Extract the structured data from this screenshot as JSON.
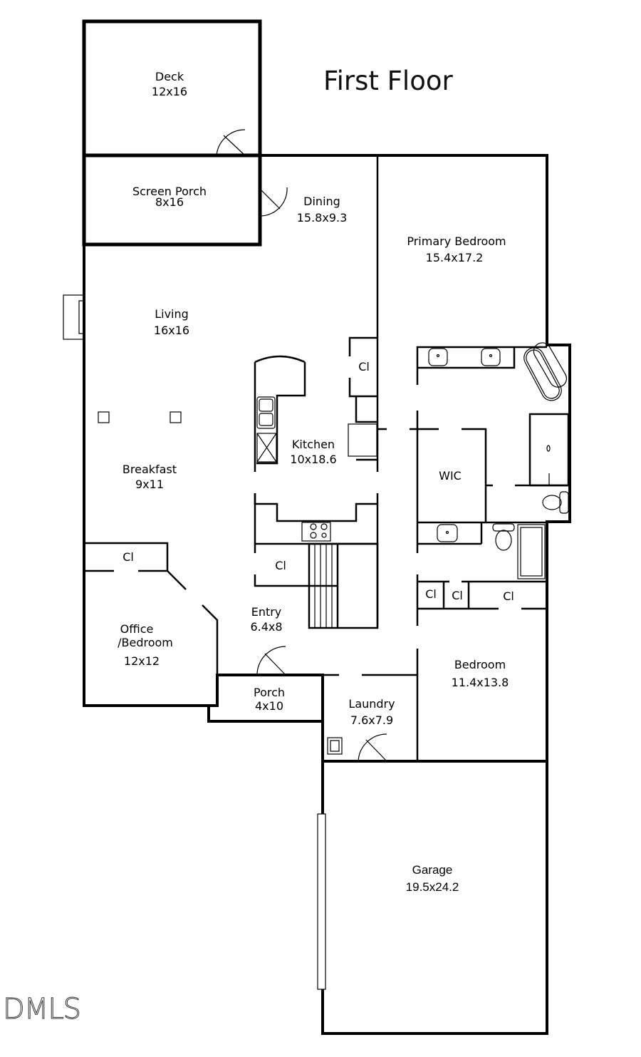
{
  "title": "First Floor",
  "watermark": "DMLS",
  "colors": {
    "wall": "#000000",
    "background": "#ffffff"
  },
  "rooms": {
    "deck": {
      "name": "Deck",
      "size": "12x16"
    },
    "screen_porch": {
      "name": "Screen Porch",
      "size": "8x16"
    },
    "dining": {
      "name": "Dining",
      "size": "15.8x9.3"
    },
    "primary_bedroom": {
      "name": "Primary Bedroom",
      "size": "15.4x17.2"
    },
    "living": {
      "name": "Living",
      "size": "16x16"
    },
    "kitchen": {
      "name": "Kitchen",
      "size": "10x18.6"
    },
    "breakfast": {
      "name": "Breakfast",
      "size": "9x11"
    },
    "wic": {
      "name": "WIC"
    },
    "office": {
      "name": "Office",
      "name2": "/Bedroom",
      "size": "12x12"
    },
    "entry": {
      "name": "Entry",
      "size": "6.4x8"
    },
    "porch": {
      "name": "Porch",
      "size": "4x10"
    },
    "laundry": {
      "name": "Laundry",
      "size": "7.6x7.9"
    },
    "bedroom": {
      "name": "Bedroom",
      "size": "11.4x13.8"
    },
    "garage": {
      "name": "Garage",
      "size": "19.5x24.2"
    }
  },
  "closets": {
    "label": "Cl",
    "kitchen_closet": "Cl",
    "office_closet": "Cl",
    "entry_closet": "Cl",
    "hall_closet_1": "Cl",
    "hall_closet_2": "Cl",
    "bedroom_closet": "Cl"
  }
}
